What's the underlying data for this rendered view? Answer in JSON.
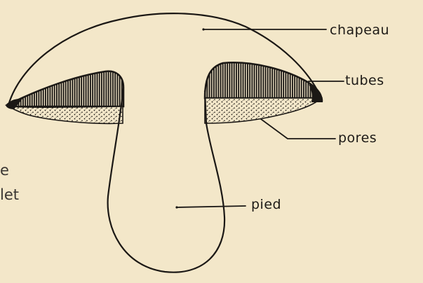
{
  "diagram": {
    "labels": {
      "cap": "chapeau",
      "tubes": "tubes",
      "pores": "pores",
      "stem": "pied"
    },
    "margin_fragments": [
      "e",
      "let"
    ]
  },
  "colors": {
    "paper": "#f3e7c9",
    "ink": "#1b1815"
  }
}
